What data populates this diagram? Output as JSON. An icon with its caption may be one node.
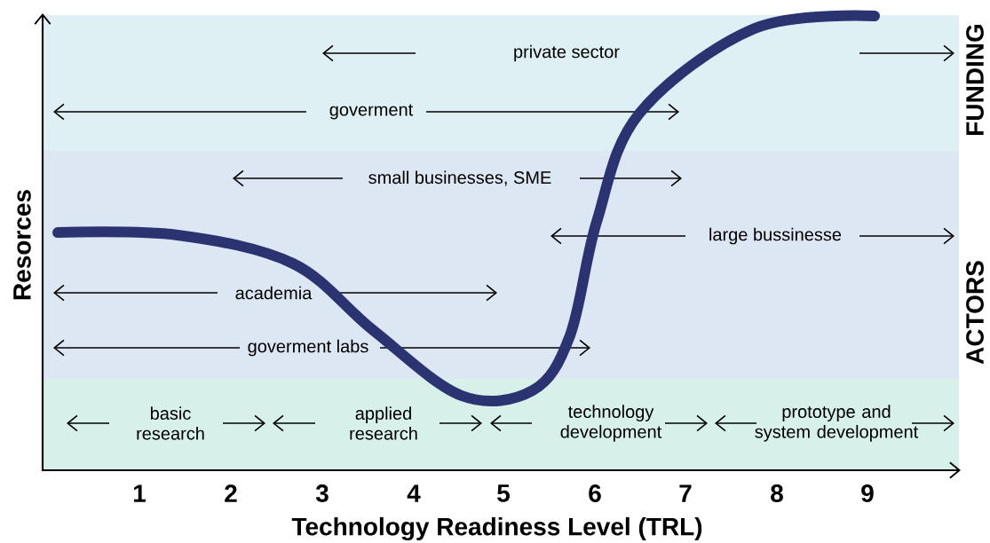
{
  "diagram": {
    "nodes": [
      {
        "text": [
          "FUNDING",
          "private sector",
          "goverment"
        ]
      },
      {
        "text": [
          "ACTORS",
          "small businesses, SME",
          "large bussinesse",
          "academia",
          "goverment labs"
        ]
      },
      {
        "text": [
          "basic research",
          "applied research",
          "technology development",
          "prototype and system development"
        ]
      }
    ],
    "labels": [
      "Resorces",
      "1",
      "2",
      "3",
      "4",
      "5",
      "6",
      "7",
      "8",
      "9",
      "Technology Readiness Level (TRL)"
    ]
  }
}
